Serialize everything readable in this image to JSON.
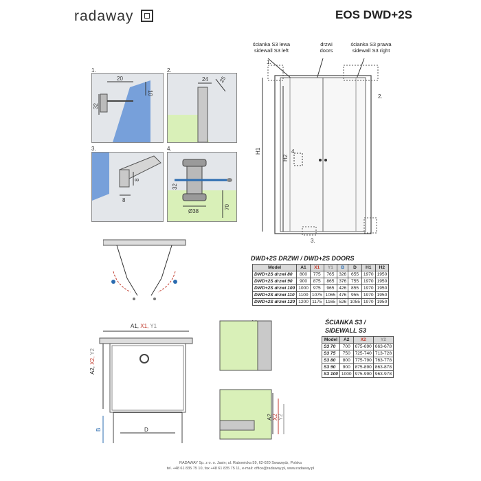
{
  "brand": {
    "name": "radaway"
  },
  "model_title": "EOS DWD+2S",
  "details": {
    "d1": {
      "num": "1.",
      "dims": [
        "20",
        "10",
        "32"
      ]
    },
    "d2": {
      "num": "2.",
      "dims": [
        "24",
        "25"
      ]
    },
    "d3": {
      "num": "3.",
      "dims": [
        "8",
        "8"
      ]
    },
    "d4": {
      "num": "4.",
      "dims": [
        "32",
        "Ø38",
        "70"
      ]
    }
  },
  "elevation": {
    "callouts": {
      "left": "ścianka S3 lewa\nsidewall S3 left",
      "doors": "drzwi\ndoors",
      "right": "ścianka S3 prawa\nsidewall S3 right"
    },
    "labels": {
      "h1": "H1",
      "h2": "H2",
      "ref4": "4.",
      "ref1": "1.",
      "ref2": "2.",
      "ref3": "3."
    }
  },
  "doors_table": {
    "title": "DWD+2S DRZWI / DWD+2S DOORS",
    "headers": [
      "Model",
      "A1",
      "X1",
      "Y1",
      "B",
      "D",
      "H1",
      "H2"
    ],
    "header_colors": [
      "",
      "",
      "red",
      "gray",
      "blue",
      "",
      "",
      ""
    ],
    "rows": [
      [
        "DWD+2S drzwi 80",
        "800",
        "775",
        "765",
        "326",
        "655",
        "1970",
        "1950"
      ],
      [
        "DWD+2S drzwi 90",
        "900",
        "875",
        "865",
        "376",
        "755",
        "1970",
        "1950"
      ],
      [
        "DWD+2S drzwi 100",
        "1000",
        "975",
        "965",
        "426",
        "855",
        "1970",
        "1950"
      ],
      [
        "DWD+2S drzwi 110",
        "1100",
        "1075",
        "1065",
        "476",
        "955",
        "1970",
        "1950"
      ],
      [
        "DWD+2S drzwi 120",
        "1200",
        "1175",
        "1165",
        "526",
        "1055",
        "1970",
        "1950"
      ]
    ]
  },
  "sidewall_table": {
    "title_line1": "ŚCIANKA S3 /",
    "title_line2": "SIDEWALL S3",
    "headers": [
      "Model",
      "A2",
      "X2",
      "Y2"
    ],
    "header_colors": [
      "",
      "",
      "red",
      "gray"
    ],
    "rows": [
      [
        "S3 70",
        "700",
        "675-690",
        "663-678"
      ],
      [
        "S3 75",
        "750",
        "725-740",
        "713-728"
      ],
      [
        "S3 80",
        "800",
        "775-790",
        "763-778"
      ],
      [
        "S3 90",
        "900",
        "875-890",
        "863-878"
      ],
      [
        "S3 100",
        "1000",
        "975-990",
        "963-978"
      ]
    ]
  },
  "plan": {
    "top_label": {
      "a1": "A1,",
      "x1": "X1,",
      "y1": "Y1"
    },
    "side_label": {
      "a2": "A2,",
      "x2": "X2,",
      "y2": "Y2"
    },
    "b": "B",
    "d": "D"
  },
  "section": {
    "a1": "A1",
    "x1": "X1",
    "y1": "Y1",
    "a2": "A2",
    "x2": "X2",
    "y2": "Y2"
  },
  "footer": {
    "line1": "RADAWAY Sp. z o. o. Jasin; ul. Rabowicka 59, 62-020 Swarzędz, Polska",
    "line2": "tel. +48 61 835 75 10, fax +48 61 835 75 11, e-mail: office@radaway.pl, www.radaway.pl"
  },
  "colors": {
    "glass": "#5b8fd6",
    "wall": "#d9f0b8",
    "profile": "#c9c9c9",
    "red": "#c0392b",
    "blue": "#2b6cb0"
  }
}
